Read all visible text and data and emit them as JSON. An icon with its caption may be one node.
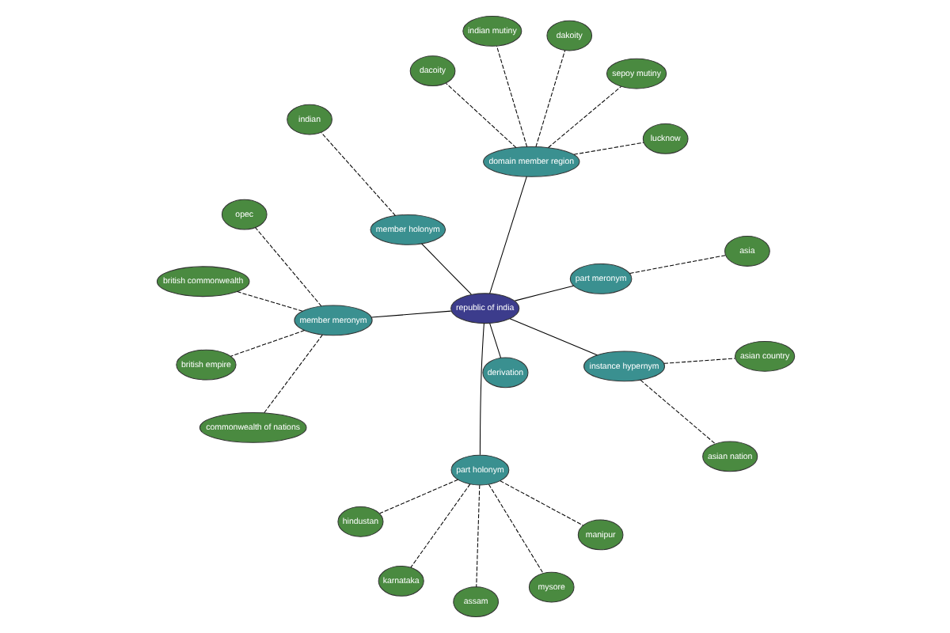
{
  "diagram": {
    "nodes": [
      {
        "text": [
          "republic of india"
        ]
      },
      {
        "text": [
          "instance hypernym"
        ]
      },
      {
        "text": [
          "asian nation"
        ]
      },
      {
        "text": [
          "asian country"
        ]
      },
      {
        "text": [
          "member holonym"
        ]
      },
      {
        "text": [
          "indian"
        ]
      },
      {
        "text": [
          "part holonym"
        ]
      },
      {
        "text": [
          "manipur"
        ]
      },
      {
        "text": [
          "karnataka"
        ]
      },
      {
        "text": [
          "mysore"
        ]
      },
      {
        "text": [
          "assam"
        ]
      },
      {
        "text": [
          "hindustan"
        ]
      },
      {
        "text": [
          "derivation"
        ]
      },
      {
        "text": [
          "part meronym"
        ]
      },
      {
        "text": [
          "asia"
        ]
      },
      {
        "text": [
          "member meronym"
        ]
      },
      {
        "text": [
          "commonwealth of nations"
        ]
      },
      {
        "text": [
          "opec"
        ]
      },
      {
        "text": [
          "british empire"
        ]
      },
      {
        "text": [
          "british commonwealth"
        ]
      },
      {
        "text": [
          "domain member region"
        ]
      },
      {
        "text": [
          "dacoity"
        ]
      },
      {
        "text": [
          "dakoity"
        ]
      },
      {
        "text": [
          "sepoy mutiny"
        ]
      },
      {
        "text": [
          "indian mutiny"
        ]
      },
      {
        "text": [
          "lucknow"
        ]
      }
    ],
    "edges": [
      {
        "from": 0,
        "to": 1,
        "arrow": "none"
      },
      {
        "from": 1,
        "to": 2,
        "arrow": "none",
        "style": "dashed"
      },
      {
        "from": 1,
        "to": 3,
        "arrow": "none",
        "style": "dashed"
      },
      {
        "from": 0,
        "to": 4,
        "arrow": "none"
      },
      {
        "from": 4,
        "to": 5,
        "arrow": "none",
        "style": "dashed"
      },
      {
        "from": 0,
        "to": 6,
        "arrow": "none"
      },
      {
        "from": 6,
        "to": 7,
        "arrow": "none",
        "style": "dashed"
      },
      {
        "from": 6,
        "to": 8,
        "arrow": "none",
        "style": "dashed"
      },
      {
        "from": 6,
        "to": 9,
        "arrow": "none",
        "style": "dashed"
      },
      {
        "from": 6,
        "to": 10,
        "arrow": "none",
        "style": "dashed"
      },
      {
        "from": 6,
        "to": 11,
        "arrow": "none",
        "style": "dashed"
      },
      {
        "from": 0,
        "to": 12,
        "arrow": "none"
      },
      {
        "from": 0,
        "to": 13,
        "arrow": "none"
      },
      {
        "from": 13,
        "to": 14,
        "arrow": "none",
        "style": "dashed"
      },
      {
        "from": 0,
        "to": 15,
        "arrow": "none"
      },
      {
        "from": 15,
        "to": 16,
        "arrow": "none",
        "style": "dashed"
      },
      {
        "from": 15,
        "to": 17,
        "arrow": "none",
        "style": "dashed"
      },
      {
        "from": 15,
        "to": 18,
        "arrow": "none",
        "style": "dashed"
      },
      {
        "from": 15,
        "to": 19,
        "arrow": "none",
        "style": "dashed"
      },
      {
        "from": 0,
        "to": 20,
        "arrow": "none"
      },
      {
        "from": 20,
        "to": 21,
        "arrow": "none",
        "style": "dashed"
      },
      {
        "from": 20,
        "to": 22,
        "arrow": "none",
        "style": "dashed"
      },
      {
        "from": 20,
        "to": 23,
        "arrow": "none",
        "style": "dashed"
      },
      {
        "from": 20,
        "to": 24,
        "arrow": "none",
        "style": "dashed"
      },
      {
        "from": 20,
        "to": 25,
        "arrow": "none",
        "style": "dashed"
      }
    ]
  }
}
